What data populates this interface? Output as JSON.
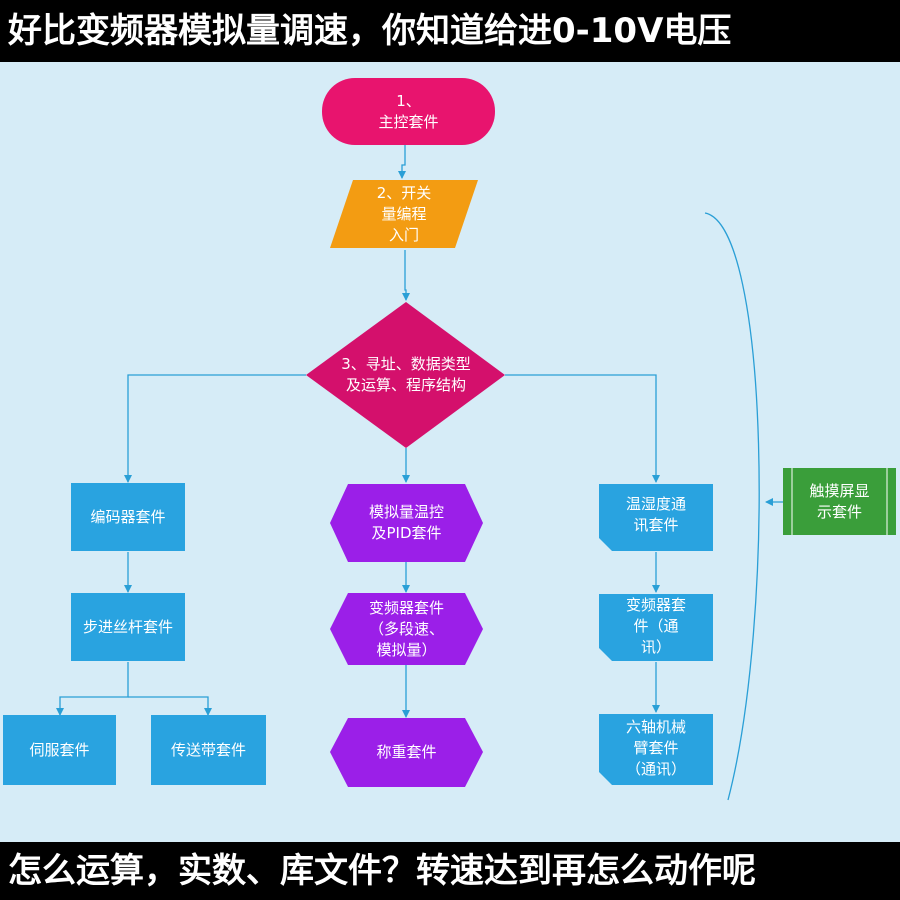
{
  "header": {
    "title": "好比变频器模拟量调速，你知道给进0-10V电压"
  },
  "footer": {
    "caption": "怎么运算，实数、库文件？转速达到再怎么动作呢"
  },
  "colors": {
    "background": "#d6ecf7",
    "terminal": "#e8146e",
    "parallelogram": "#f39c12",
    "decision": "#d4106c",
    "process_blue": "#29a3e0",
    "hexagon_purple": "#9b1fe8",
    "touchscreen_green": "#3a9e3a",
    "connector": "#2a9fd6"
  },
  "nodes": {
    "main_kit": "1、\n主控套件",
    "switch_programming": "2、开关\n量编程\n入门",
    "addressing": "3、寻址、数据类型\n及运算、程序结构",
    "encoder_kit": "编码器套件",
    "stepper_screw_kit": "步进丝杆套件",
    "servo_kit": "伺服套件",
    "conveyor_kit": "传送带套件",
    "analog_temp_pid_kit": "模拟量温控\n及PID套件",
    "vfd_multispeed_kit": "变频器套件\n（多段速、\n模拟量）",
    "weighing_kit": "称重套件",
    "temp_humidity_comm_kit": "温湿度通\n讯套件",
    "vfd_comm_kit": "变频器套\n件（通\n讯）",
    "six_axis_arm_kit": "六轴机械\n臂套件\n（通讯）",
    "touchscreen_kit": "触摸屏显\n示套件"
  }
}
